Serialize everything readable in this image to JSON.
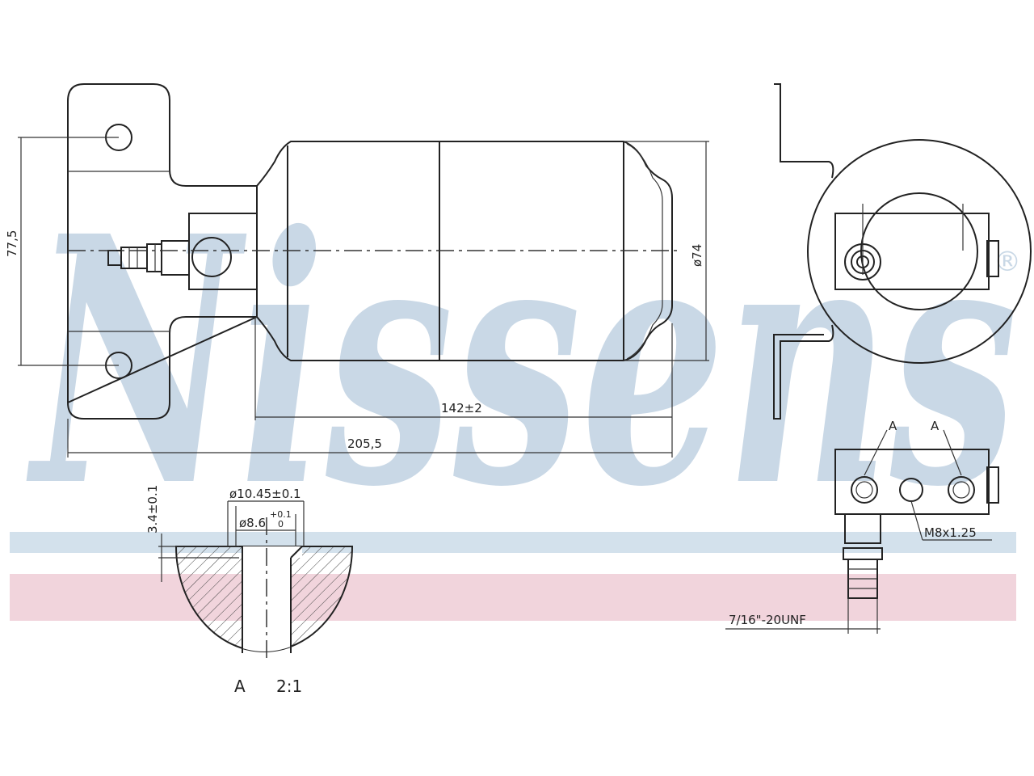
{
  "watermark": {
    "brand": "Nissens",
    "registered_mark": "®",
    "colors": {
      "brand_blue": "#c9d8e6",
      "stripe_blue": "#d3e1ec",
      "stripe_pink": "#f1d4dc"
    }
  },
  "dimensions": {
    "height": "77,5",
    "diameter": "ø74",
    "body_length": "142±2",
    "overall_length": "205,5",
    "hole_outer": "ø10.45±0.1",
    "hole_inner": "ø8.6",
    "hole_inner_tol_upper": "+0.1",
    "hole_inner_tol_lower": "0",
    "depth": "3.4±0.1",
    "thread_metric": "M8x1.25",
    "thread_unf": "7/16\"-20UNF",
    "section_mark_1": "A",
    "section_mark_2": "A"
  },
  "detail": {
    "label": "A",
    "scale": "2:1"
  }
}
